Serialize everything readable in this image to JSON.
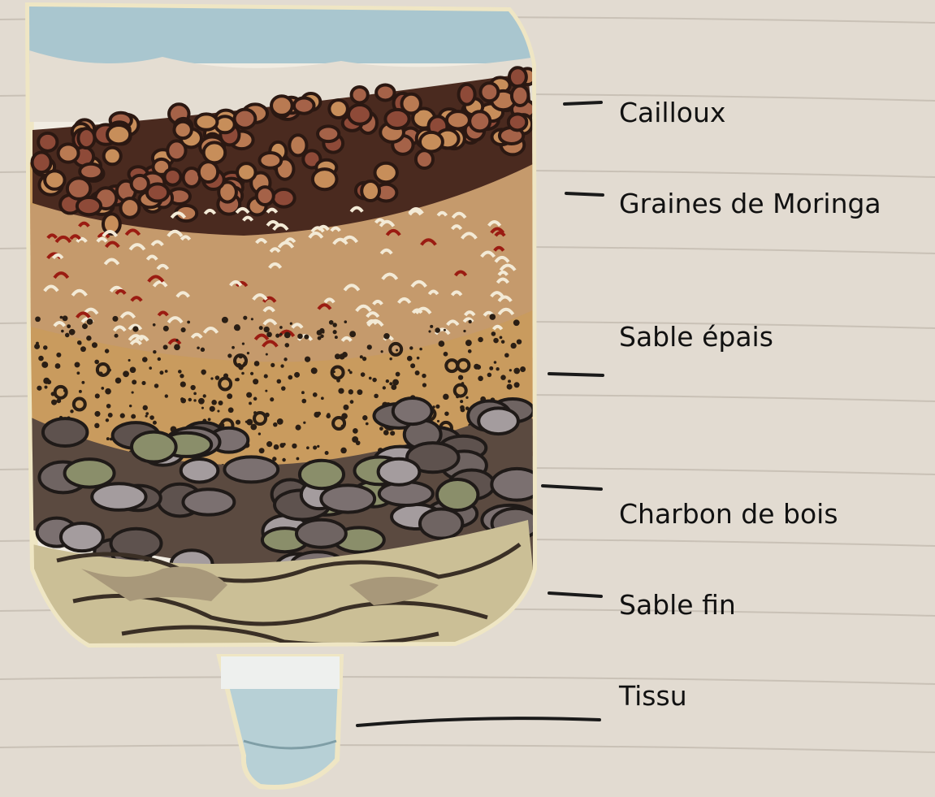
{
  "diagram": {
    "labels": [
      {
        "id": "cailloux",
        "text": "Cailloux"
      },
      {
        "id": "moringa",
        "text": "Graines de Moringa"
      },
      {
        "id": "sable-epais",
        "text": "Sable épais"
      },
      {
        "id": "charbon",
        "text": "Charbon de bois"
      },
      {
        "id": "sable-fin",
        "text": "Sable fin"
      },
      {
        "id": "tissu",
        "text": "Tissu"
      }
    ]
  }
}
